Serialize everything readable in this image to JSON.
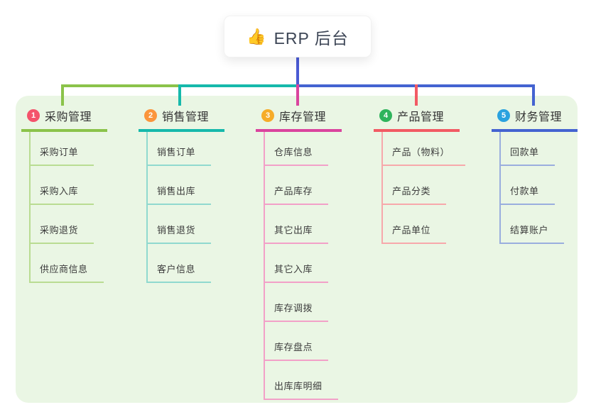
{
  "root": {
    "icon": "👍",
    "label": "ERP 后台",
    "line_color": "#4a5ad4"
  },
  "panel": {
    "background_color": "#eaf6e4"
  },
  "branches": [
    {
      "number": "1",
      "label": "采购管理",
      "badge_color": "#f4536b",
      "accent_color": "#8bc34a",
      "child_line_color": "#b9dc92",
      "children": [
        "采购订单",
        "采购入库",
        "采购退货",
        "供应商信息"
      ]
    },
    {
      "number": "2",
      "label": "销售管理",
      "badge_color": "#fb953c",
      "accent_color": "#16b9ab",
      "child_line_color": "#90d9cf",
      "children": [
        "销售订单",
        "销售出库",
        "销售退货",
        "客户信息"
      ]
    },
    {
      "number": "3",
      "label": "库存管理",
      "badge_color": "#f6ac28",
      "accent_color": "#da449e",
      "child_line_color": "#f2a0c8",
      "children": [
        "仓库信息",
        "产品库存",
        "其它出库",
        "其它入库",
        "库存调拨",
        "库存盘点",
        "出库库明细"
      ]
    },
    {
      "number": "4",
      "label": "产品管理",
      "badge_color": "#2fb45c",
      "accent_color": "#f25a64",
      "child_line_color": "#f7a8ab",
      "children": [
        "产品（物料）",
        "产品分类",
        "产品单位"
      ]
    },
    {
      "number": "5",
      "label": "财务管理",
      "badge_color": "#2aa2df",
      "accent_color": "#4463d1",
      "child_line_color": "#9aaede",
      "children": [
        "回款单",
        "付款单",
        "结算账户"
      ]
    }
  ]
}
